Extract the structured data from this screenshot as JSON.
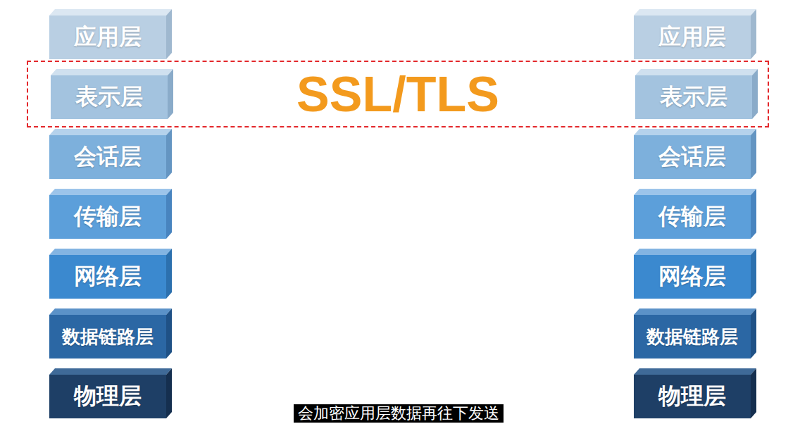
{
  "diagram": {
    "caption": "会加密应用层数据再往下发送",
    "nodes": [
      {
        "text": [
          "应用层"
        ]
      },
      {
        "text": [
          "应用层"
        ]
      },
      {
        "text": [
          "SSL/TLS"
        ]
      },
      {
        "text": [
          "表示层"
        ],
        "in": 2
      },
      {
        "text": [
          "表示层"
        ],
        "in": 2
      },
      {
        "text": [
          "会话层"
        ]
      },
      {
        "text": [
          "会话层"
        ]
      },
      {
        "text": [
          "传输层"
        ]
      },
      {
        "text": [
          "传输层"
        ]
      },
      {
        "text": [
          "网络层"
        ]
      },
      {
        "text": [
          "网络层"
        ]
      },
      {
        "text": [
          "数据链路层"
        ]
      },
      {
        "text": [
          "数据链路层"
        ]
      },
      {
        "text": [
          "物理层"
        ]
      },
      {
        "text": [
          "物理层"
        ]
      }
    ]
  }
}
